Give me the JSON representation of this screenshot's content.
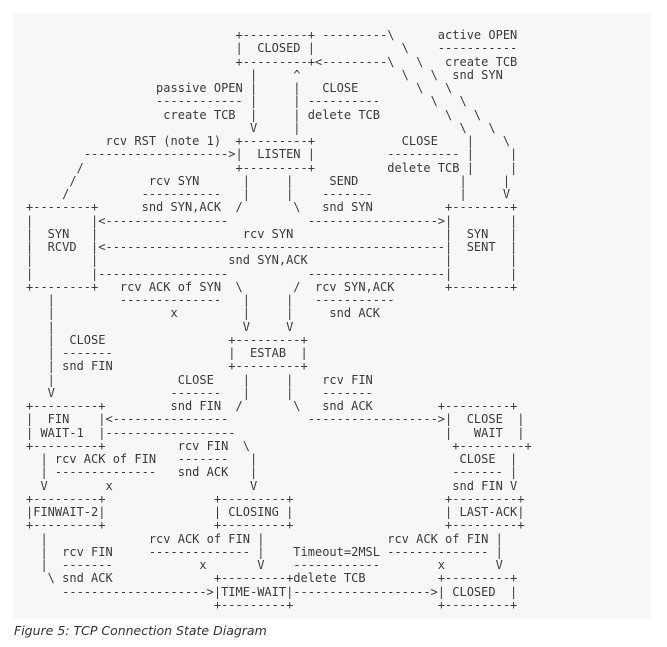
{
  "figure": {
    "diagram_lines": [
      "                             +---------+ ---------\\      active OPEN",
      "                             |  CLOSED |            \\    -----------",
      "                             +---------+<---------\\   \\   create TCB",
      "                               |     ^              \\   \\  snd SYN",
      "                  passive OPEN |     |   CLOSE        \\   \\",
      "                  ------------ |     | ----------       \\   \\",
      "                   create TCB  |     | delete TCB         \\   \\",
      "                               V     |                      \\   \\",
      "           rcv RST (note 1)  +---------+            CLOSE    |    \\",
      "        -------------------->|  LISTEN |          ---------- |     |",
      "       /                     +---------+          delete TCB |     |",
      "      /          rcv SYN      |     |     SEND              |     |",
      "     /          -----------   |     |    -------            |     V",
      "+--------+      snd SYN,ACK  /       \\   snd SYN          +--------+",
      "|        |<-----------------           ------------------>|        |",
      "|  SYN   |                    rcv SYN                     |  SYN   |",
      "|  RCVD  |<-----------------------------------------------|  SENT  |",
      "|        |                  snd SYN,ACK                   |        |",
      "|        |------------------           -------------------|        |",
      "+--------+   rcv ACK of SYN  \\       /  rcv SYN,ACK       +--------+",
      "   |         --------------   |     |   -----------",
      "   |                x         |     |     snd ACK",
      "   |                          V     V",
      "   |  CLOSE                 +---------+",
      "   | -------                |  ESTAB  |",
      "   | snd FIN                +---------+",
      "   |                 CLOSE    |     |    rcv FIN",
      "   V                -------   |     |    -------",
      "+---------+         snd FIN  /       \\   snd ACK         +---------+",
      "|  FIN    |<----------------           ------------------>|  CLOSE  |",
      "| WAIT-1  |------------------                             |   WAIT  |",
      "+---------+          rcv FIN  \\                            +---------+",
      "  | rcv ACK of FIN   -------   |                            CLOSE  |",
      "  | --------------   snd ACK   |                           ------- |",
      "  V        x                   V                           snd FIN V",
      "+---------+               +---------+                     +---------+",
      "|FINWAIT-2|               | CLOSING |                     | LAST-ACK|",
      "+---------+               +---------+                     +---------+",
      "  |              rcv ACK of FIN |                 rcv ACK of FIN |",
      "  |  rcv FIN     -------------- |    Timeout=2MSL -------------- |",
      "  |  -------            x       V    ------------        x       V",
      "   \\ snd ACK              +---------+delete TCB          +---------+",
      "     -------------------->|TIME-WAIT|------------------->| CLOSED  |",
      "                          +---------+                    +---------+"
    ],
    "caption": "Figure 5: TCP Connection State Diagram"
  }
}
